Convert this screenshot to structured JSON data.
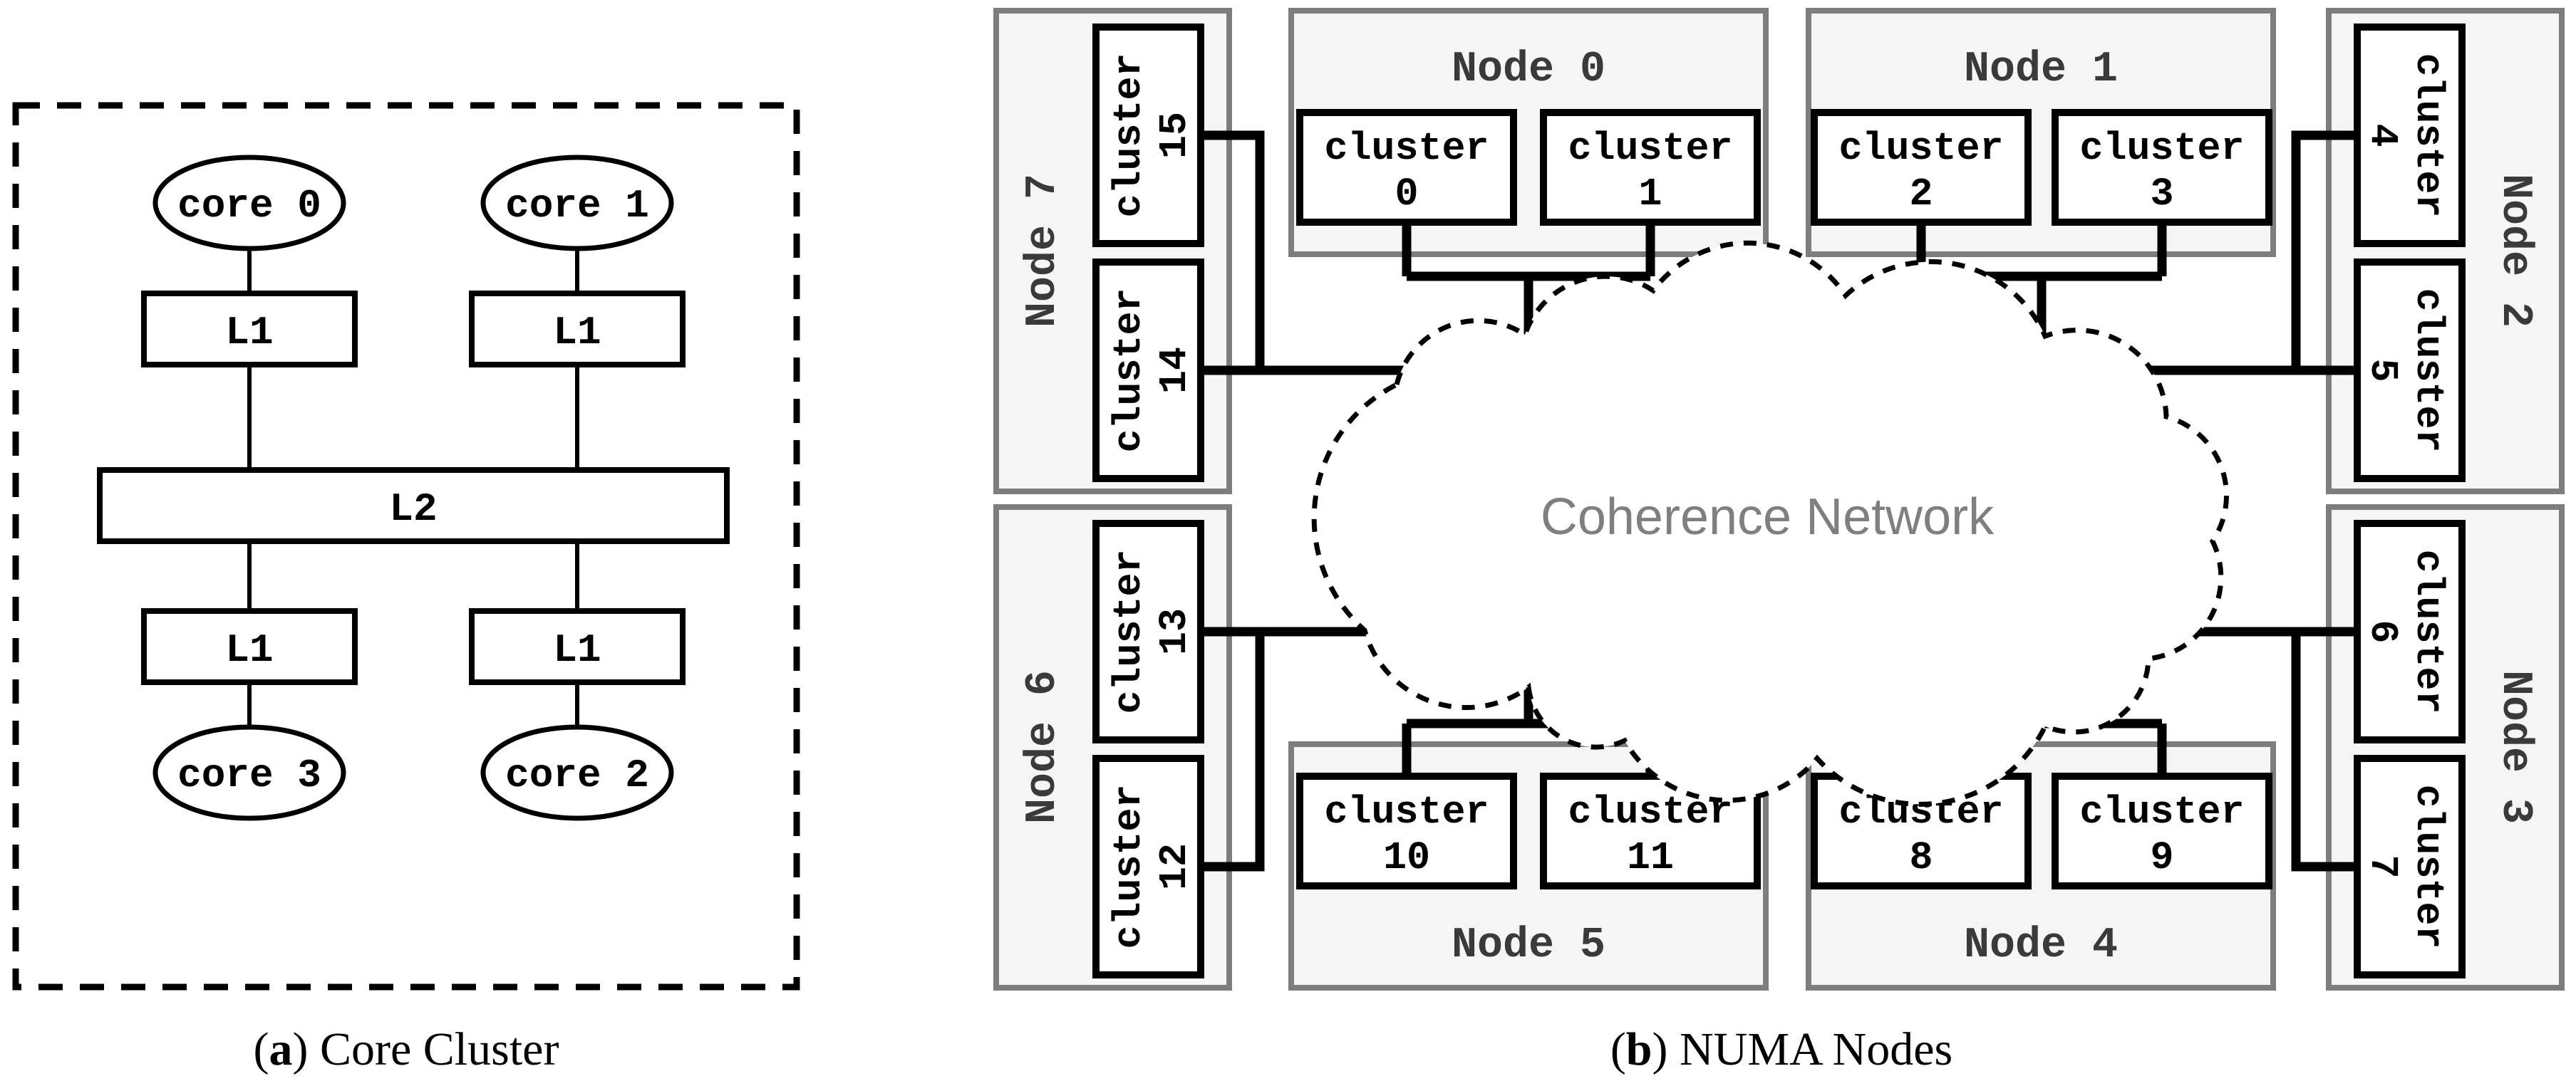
{
  "figure": {
    "panel_a": {
      "caption": {
        "pre": "(",
        "label": "a",
        "post": ") Core Cluster"
      },
      "cores": {
        "top_left": "core 0",
        "top_right": "core 1",
        "bottom_left": "core 3",
        "bottom_right": "core 2"
      },
      "cache_l1": "L1",
      "cache_l2": "L2"
    },
    "panel_b": {
      "caption": {
        "pre": "(",
        "label": "b",
        "post": ") NUMA Nodes"
      },
      "cloud_label": "Coherence Network",
      "cluster_word": "cluster",
      "nodes": {
        "node0": {
          "label": "Node 0",
          "clusters": [
            "0",
            "1"
          ]
        },
        "node1": {
          "label": "Node 1",
          "clusters": [
            "2",
            "3"
          ]
        },
        "node2": {
          "label": "Node 2",
          "clusters": [
            "4",
            "5"
          ]
        },
        "node3": {
          "label": "Node 3",
          "clusters": [
            "6",
            "7"
          ]
        },
        "node4": {
          "label": "Node 4",
          "clusters": [
            "8",
            "9"
          ]
        },
        "node5": {
          "label": "Node 5",
          "clusters": [
            "10",
            "11"
          ]
        },
        "node6": {
          "label": "Node 6",
          "clusters": [
            "13",
            "12"
          ]
        },
        "node7": {
          "label": "Node 7",
          "clusters": [
            "15",
            "14"
          ]
        }
      }
    },
    "colors": {
      "node_fill": "#f5f5f5",
      "node_border": "#7d7d7d",
      "node_label_text": "#3a3a3a",
      "cloud_label_text": "#7f7f7f",
      "line": "#000000",
      "background": "#ffffff"
    }
  }
}
